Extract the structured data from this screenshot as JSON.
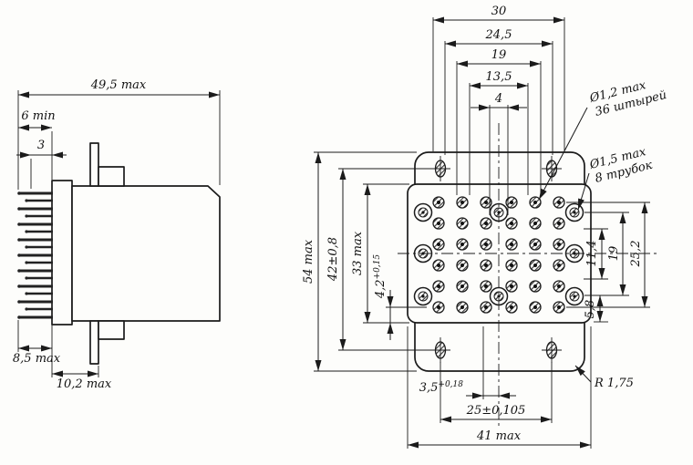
{
  "side_view": {
    "dim_overall_width": "49,5 max",
    "dim_pin_protrusion": "6 min",
    "dim_pin_step": "3",
    "dim_pin_length": "8,5 max",
    "dim_tab_offset": "10,2 max"
  },
  "front_view": {
    "dims_top": {
      "d30": "30",
      "d24_5": "24,5",
      "d19": "19",
      "d13_5": "13,5",
      "d4": "4"
    },
    "dims_left": {
      "height": "54 max",
      "holes": "42±0,8",
      "body": "33 max",
      "row_value": "4,2",
      "row_tol": "+0,15"
    },
    "dims_right": {
      "d11_4": "11,4",
      "d19": "19",
      "d25_2": "25,2",
      "d5_8": "5,8"
    },
    "dims_bottom": {
      "off_value": "3,5",
      "off_tol": "+0,18",
      "holes": "25±0,105",
      "width": "41 max"
    },
    "callout_pins": {
      "dia": "Ø1,2 max",
      "count": "36 штырей"
    },
    "callout_tubes": {
      "dia": "Ø1,5 max",
      "count": "8 трубок"
    },
    "callout_radius": "R 1,75"
  }
}
